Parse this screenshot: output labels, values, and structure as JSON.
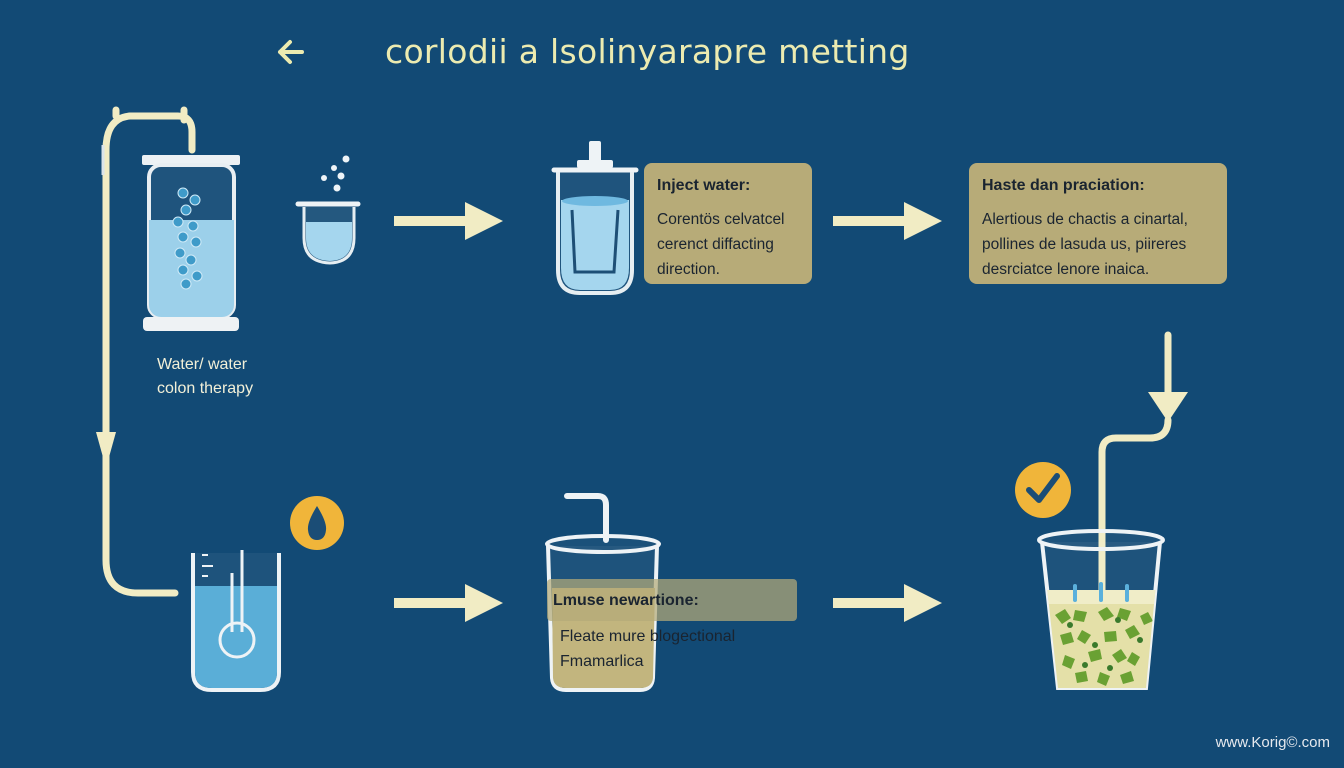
{
  "header": {
    "title": "corlodii a lsolinyarapre metting"
  },
  "steps": {
    "water_label": [
      "Water/ water",
      "colon therapy"
    ],
    "inject": {
      "heading": "Inject water:",
      "lines": [
        "Corentös celvatcel",
        "cerenct diffacting",
        "direction."
      ]
    },
    "haste": {
      "heading": "Haste dan praciation:",
      "lines": [
        "Alertious de chactis a cinartal,",
        "pollines de lasuda us, piireres",
        "desrciatce lenore inaica."
      ]
    },
    "lmuse": {
      "heading": "Lmuse newartione:",
      "lines": [
        "Fleate mure blogectional",
        "Fmamarlica"
      ]
    }
  },
  "watermark": "www.Korig©.com",
  "colors": {
    "background": "#124a75",
    "pipe": "#f1ecc4",
    "card": "#b7ab78",
    "water": "#5aaed7",
    "accent_badge": "#f0b53a",
    "sediment_green": "#6aa133"
  },
  "icons": [
    "back-arrow-icon",
    "water-drop-icon",
    "checkmark-icon",
    "flow-arrow-icon"
  ]
}
